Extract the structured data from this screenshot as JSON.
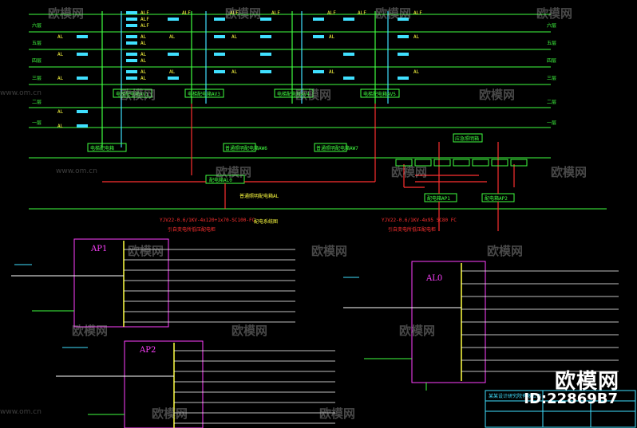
{
  "watermark": {
    "logo_text": "欧模网",
    "url_text": "www.om.cn"
  },
  "brand": {
    "name": "欧模网",
    "id_text": "ID:22869B7"
  },
  "riser": {
    "floor_labels": [
      "六层",
      "五层",
      "四层",
      "三层",
      "二层",
      "一层"
    ],
    "dist_boxes": [
      "电梯配电箱AV1",
      "电梯配电箱AV3",
      "电梯配电箱AV4",
      "电梯配电箱AV5"
    ],
    "main_panel": "配电箱AL0",
    "left_panel": "电梯配电箱",
    "mid_boxes": [
      "普通照明配电箱AW6",
      "普通照明配电箱AW7"
    ],
    "ap_panels": [
      "配电箱AP1",
      "配电箱AP2"
    ],
    "top_box": "应急照明箱",
    "notes": [
      "引自变电所低压配电柜",
      "引自变电所低压配电柜"
    ],
    "center_title": "配电系统图"
  },
  "panels": {
    "ap1": {
      "name": "AP1"
    },
    "ap2": {
      "name": "AP2"
    },
    "al0": {
      "name": "AL0"
    }
  },
  "title_block": {
    "company": "某某设计研究院有限公司"
  }
}
